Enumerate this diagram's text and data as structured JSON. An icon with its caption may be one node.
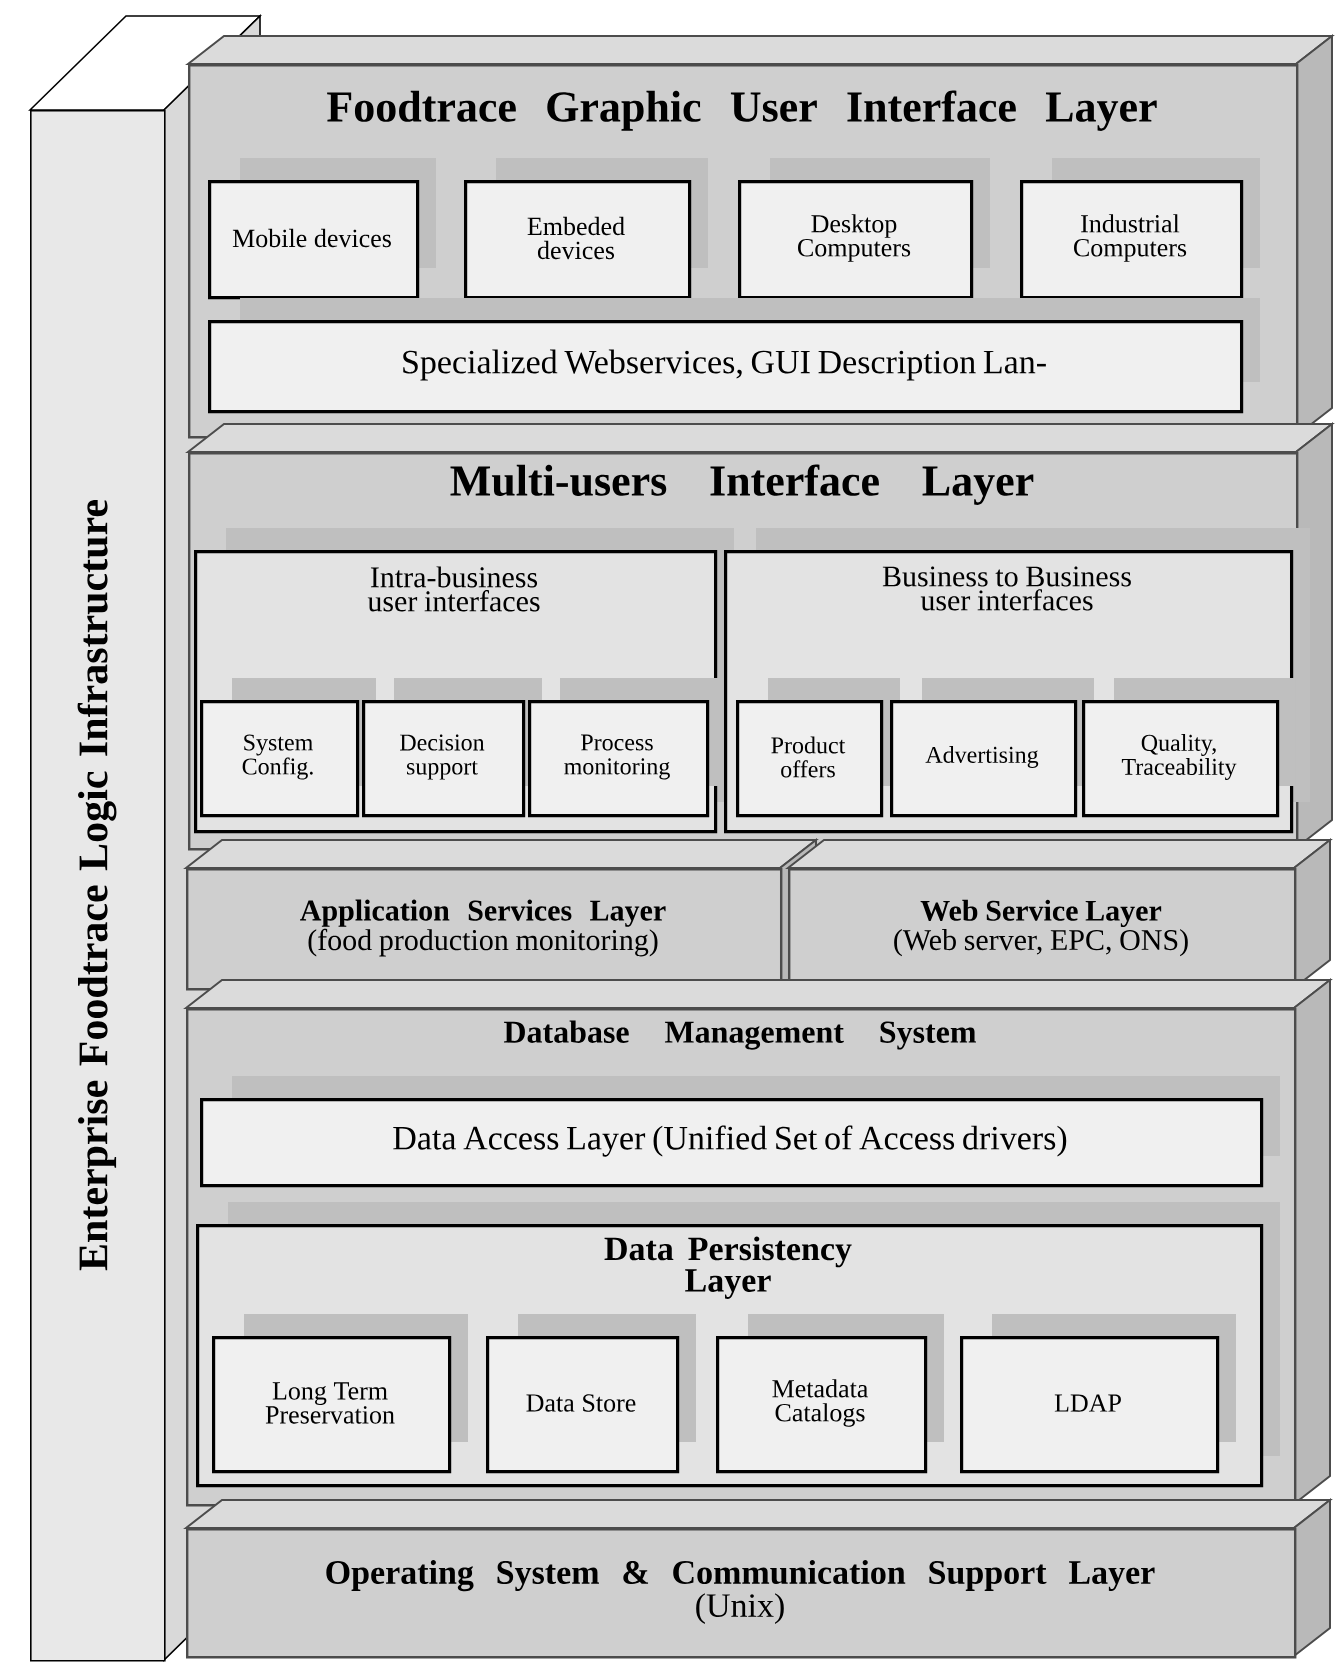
{
  "diagram": {
    "nodes": [
      {
        "text": [
          "Enterprise Foodtrace Logic Infrastructure"
        ]
      },
      {
        "text": [
          "Foodtrace Graphic User Interface Layer"
        ]
      },
      {
        "text": [
          "Mobile devices"
        ],
        "in": 1
      },
      {
        "text": [
          "Embeded devices"
        ],
        "in": 1
      },
      {
        "text": [
          "Desktop Computers"
        ],
        "in": 1
      },
      {
        "text": [
          "Industrial Computers"
        ],
        "in": 1
      },
      {
        "text": [
          "Specialized Webservices, GUI Description Lan-"
        ],
        "in": 1
      },
      {
        "text": [
          "Multi-users Interface Layer"
        ]
      },
      {
        "text": [
          "Intra-business user interfaces"
        ],
        "in": 7
      },
      {
        "text": [
          "System Config."
        ],
        "in": 8
      },
      {
        "text": [
          "Decision support"
        ],
        "in": 8
      },
      {
        "text": [
          "Process monitoring"
        ],
        "in": 8
      },
      {
        "text": [
          "Business to Business user interfaces"
        ],
        "in": 7
      },
      {
        "text": [
          "Product offers"
        ],
        "in": 12
      },
      {
        "text": [
          "Advertising"
        ],
        "in": 12
      },
      {
        "text": [
          "Quality, Traceability"
        ],
        "in": 12
      },
      {
        "text": [
          "Application Services Layer",
          "(food production monitoring)"
        ]
      },
      {
        "text": [
          "**Web Service Layer** (Web server, EPC, ONS)"
        ]
      },
      {
        "text": [
          "Database Management System"
        ]
      },
      {
        "text": [
          "Data Access Layer (Unified Set of Access drivers)"
        ],
        "in": 18
      },
      {
        "text": [
          "Data Persistency Layer"
        ],
        "in": 18
      },
      {
        "text": [
          "Long Term Preservation"
        ],
        "in": 20
      },
      {
        "text": [
          "Data Store"
        ],
        "in": 20
      },
      {
        "text": [
          "Metadata Catalogs"
        ],
        "in": 20
      },
      {
        "text": [
          "LDAP"
        ],
        "in": 20
      },
      {
        "text": [
          "Operating System & Communication Support Layer",
          "(Unix)"
        ]
      }
    ]
  }
}
